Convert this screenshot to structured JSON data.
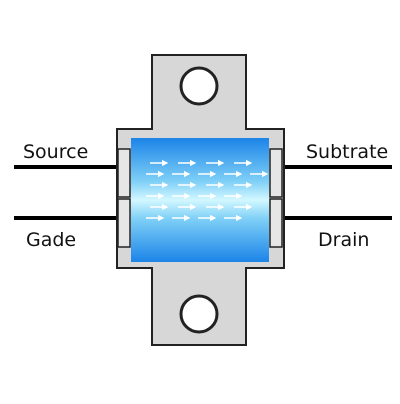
{
  "labels": {
    "source": "Source",
    "gade": "Gade",
    "subtrate": "Subtrate",
    "drain": "Drain"
  },
  "colors": {
    "package": "#d7d7d7",
    "outline": "#222222",
    "channel_edge": "#1f86ea",
    "channel_center": "#cdf6ff",
    "arrow": "#ffffff",
    "lead": "#000000"
  },
  "icons": {
    "flow_arrow": "right-arrow-icon",
    "mount_hole": "circle-hole"
  }
}
